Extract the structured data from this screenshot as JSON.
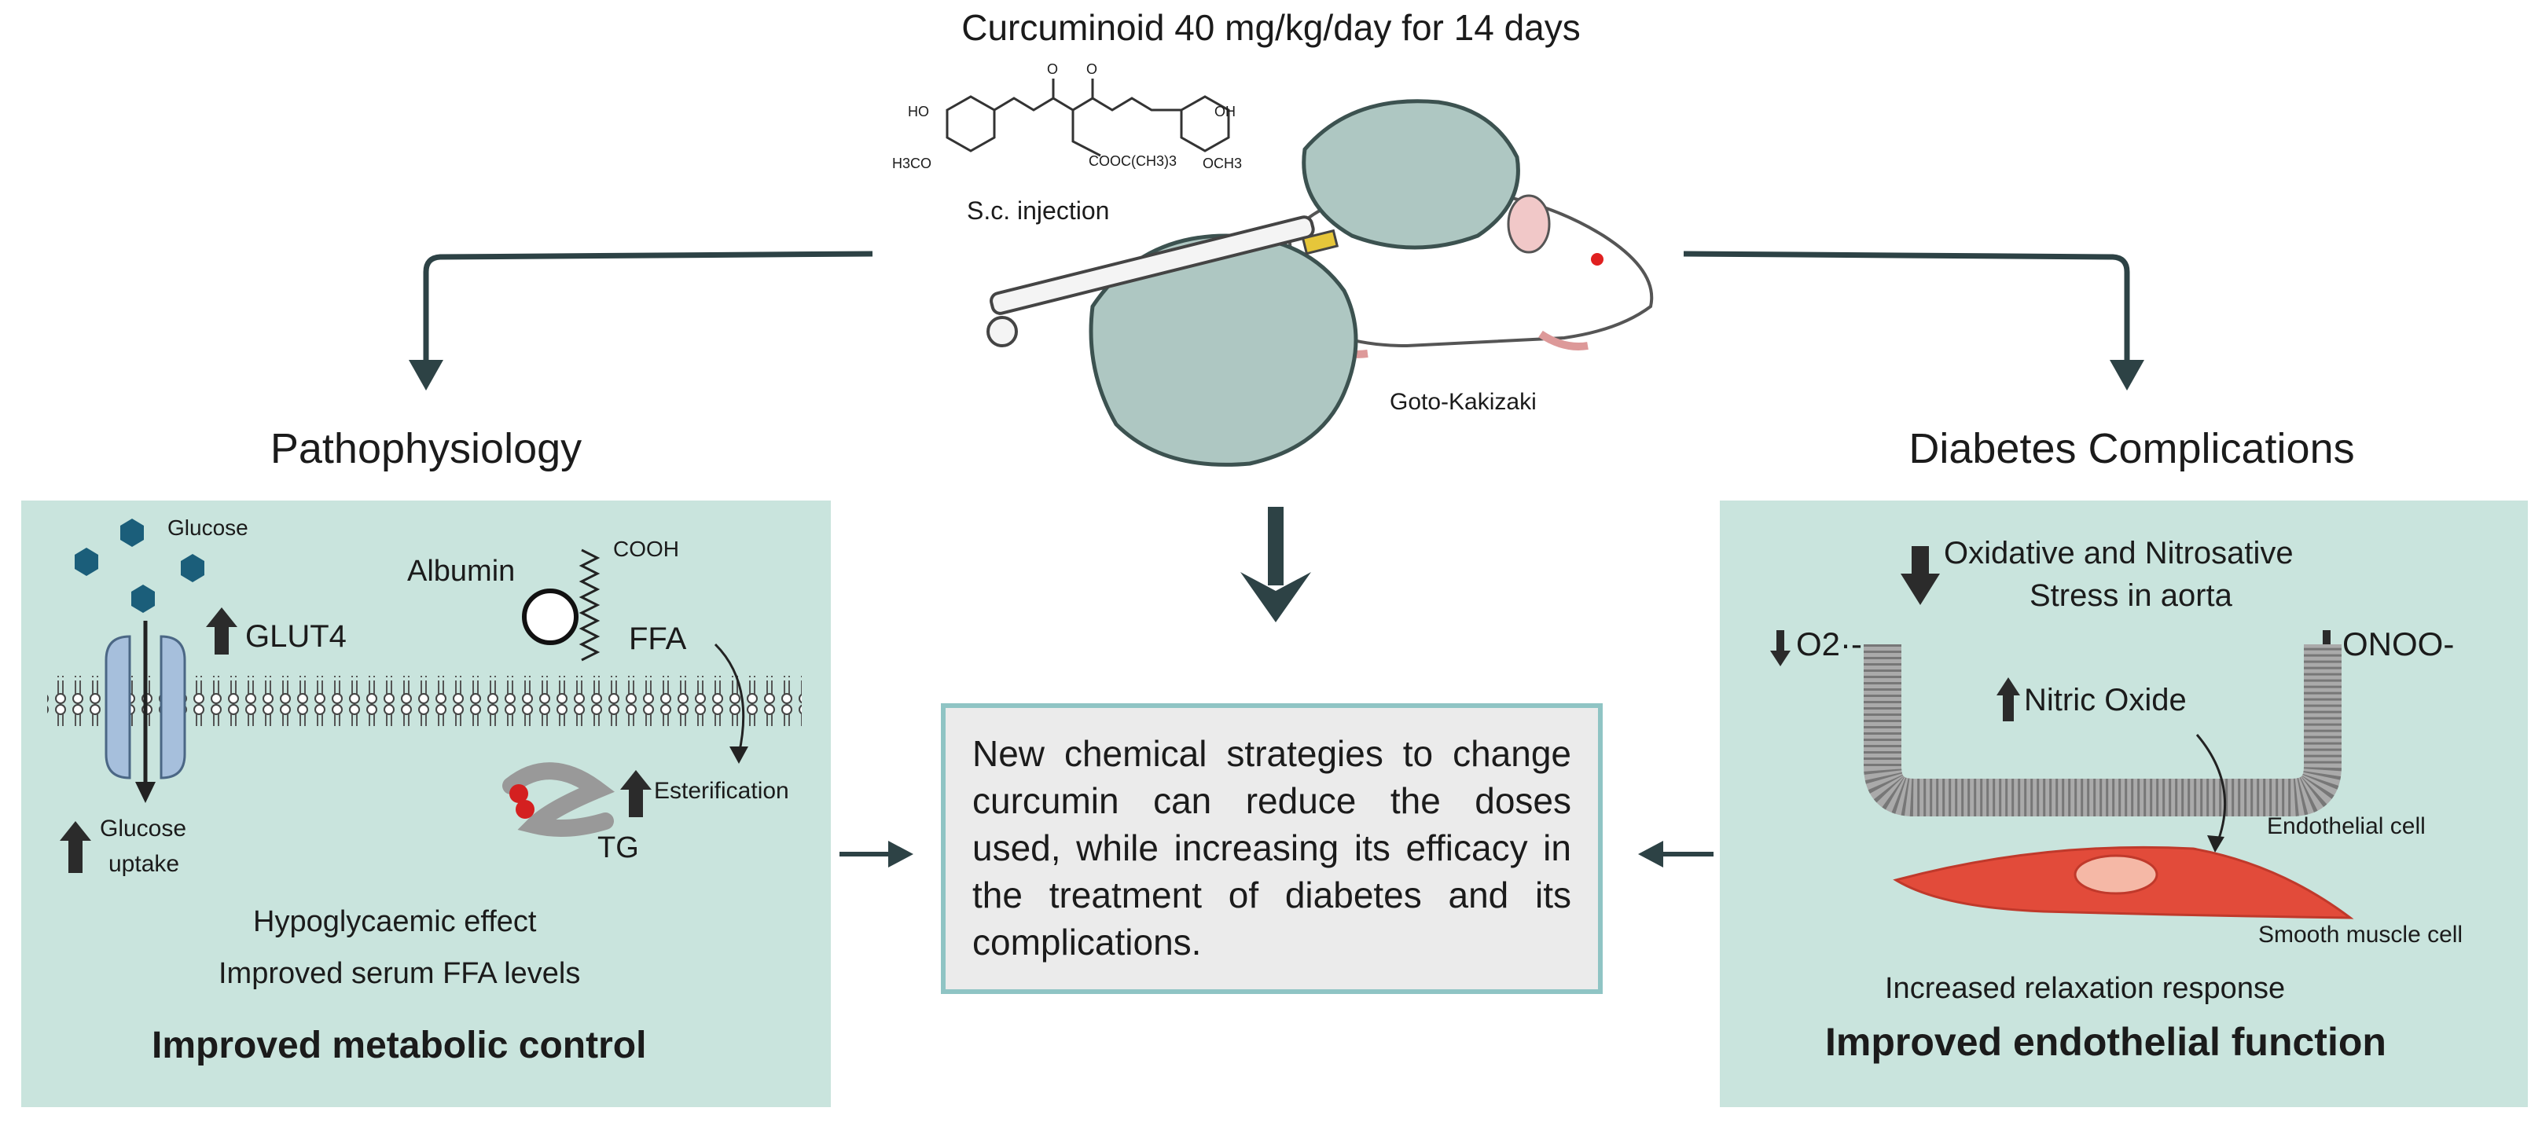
{
  "title": "Curcuminoid 40 mg/kg/day for 14 days",
  "top": {
    "injection_label": "S.c. injection",
    "rat_label": "Goto-Kakizaki",
    "chem_labels": {
      "ho_left": "HO",
      "meo_left": "H3CO",
      "ho_right": "OH",
      "meo_right": "OCH3",
      "o1": "O",
      "o2": "O",
      "ester": "COOC(CH3)3"
    }
  },
  "left_panel": {
    "heading": "Pathophysiology",
    "glucose": "Glucose",
    "glut4": "GLUT4",
    "albumin": "Albumin",
    "cooh": "COOH",
    "ffa": "FFA",
    "esterification": "Esterification",
    "tg": "TG",
    "glucose_uptake_1": "Glucose",
    "glucose_uptake_2": "uptake",
    "effect_1": "Hypoglycaemic effect",
    "effect_2": "Improved serum FFA levels",
    "conclusion": "Improved metabolic control"
  },
  "center": {
    "text": "New chemical strategies to change curcumin can reduce the doses used, while increasing its efficacy in the treatment of diabetes and its complications."
  },
  "right_panel": {
    "heading": "Diabetes Complications",
    "stress_1": "Oxidative and Nitrosative",
    "stress_2": "Stress in aorta",
    "o2": "O2·-",
    "onoo": "ONOO-",
    "no": "Nitric Oxide",
    "endothelial": "Endothelial cell",
    "smooth_muscle": "Smooth muscle cell",
    "relaxation": "Increased relaxation response",
    "conclusion": "Improved endothelial function"
  },
  "colors": {
    "panel": "#c9e4dd",
    "arrow": "#2d4245",
    "glucose": "#1b5e7a",
    "muscle": "#e24b3a",
    "box_border": "#8fc4c4"
  }
}
